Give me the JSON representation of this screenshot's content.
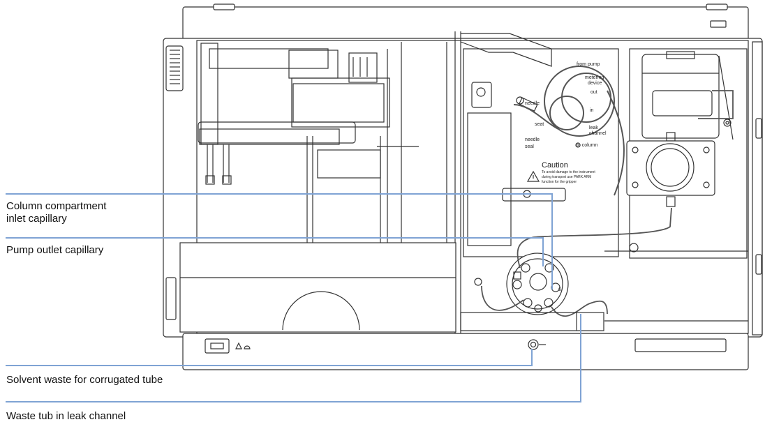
{
  "callouts": {
    "column_inlet": [
      "Column compartment",
      "inlet capillary"
    ],
    "pump_outlet": "Pump outlet capillary",
    "solvent_waste": "Solvent waste for corrugated tube",
    "waste_tub": "Waste tub in leak channel"
  },
  "panel_labels": {
    "from_pump": "from pump",
    "metering": "metering",
    "device": "device",
    "out": "out",
    "in": "in",
    "needle": "needle",
    "seat": "seat",
    "leak": "leak",
    "channel": "channel",
    "needle2": "needle",
    "seal": "seal",
    "to_column": "to column",
    "caution_title": "Caution",
    "caution_lines": [
      "To avoid damage to the instrument",
      "during transport use PARK ARM",
      "function for the gripper"
    ]
  },
  "valve_port_number": "6",
  "colors": {
    "callout_line": "#7fa3d4",
    "drawing": "#333333",
    "fill": "#ffffff"
  }
}
